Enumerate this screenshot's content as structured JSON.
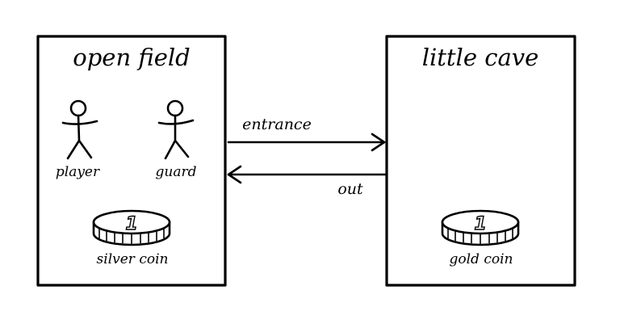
{
  "rooms": [
    {
      "title": "open field",
      "characters": [
        {
          "label": "player",
          "icon": "stick-figure-icon"
        },
        {
          "label": "guard",
          "icon": "stick-figure-icon"
        }
      ],
      "items": [
        {
          "label": "silver coin",
          "icon": "coin-icon",
          "face_value": "1"
        }
      ]
    },
    {
      "title": "little cave",
      "characters": [],
      "items": [
        {
          "label": "gold coin",
          "icon": "coin-icon",
          "face_value": "1"
        }
      ]
    }
  ],
  "connections": [
    {
      "label": "entrance",
      "from": "open field",
      "to": "little cave"
    },
    {
      "label": "out",
      "from": "little cave",
      "to": "open field"
    }
  ]
}
